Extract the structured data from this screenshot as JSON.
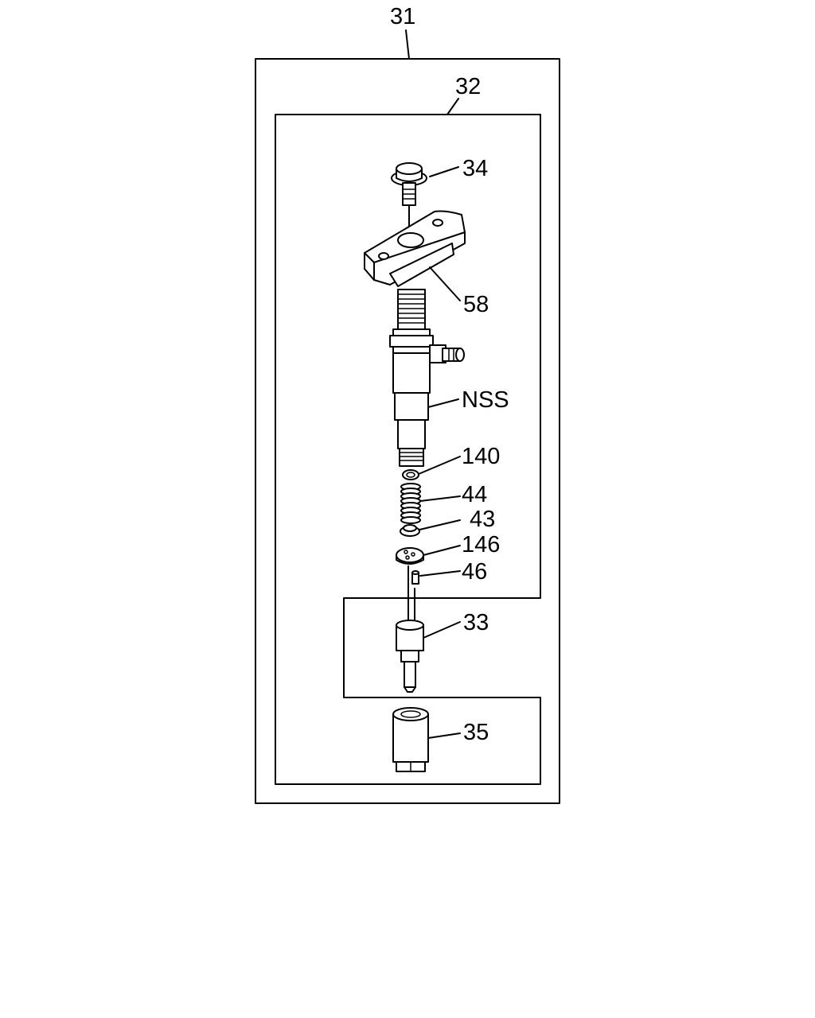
{
  "callouts": {
    "c31": "31",
    "c32": "32",
    "c34": "34",
    "c58": "58",
    "cNSS": "NSS",
    "c140": "140",
    "c44": "44",
    "c43": "43",
    "c146": "146",
    "c46": "46",
    "c33": "33",
    "c35": "35"
  }
}
